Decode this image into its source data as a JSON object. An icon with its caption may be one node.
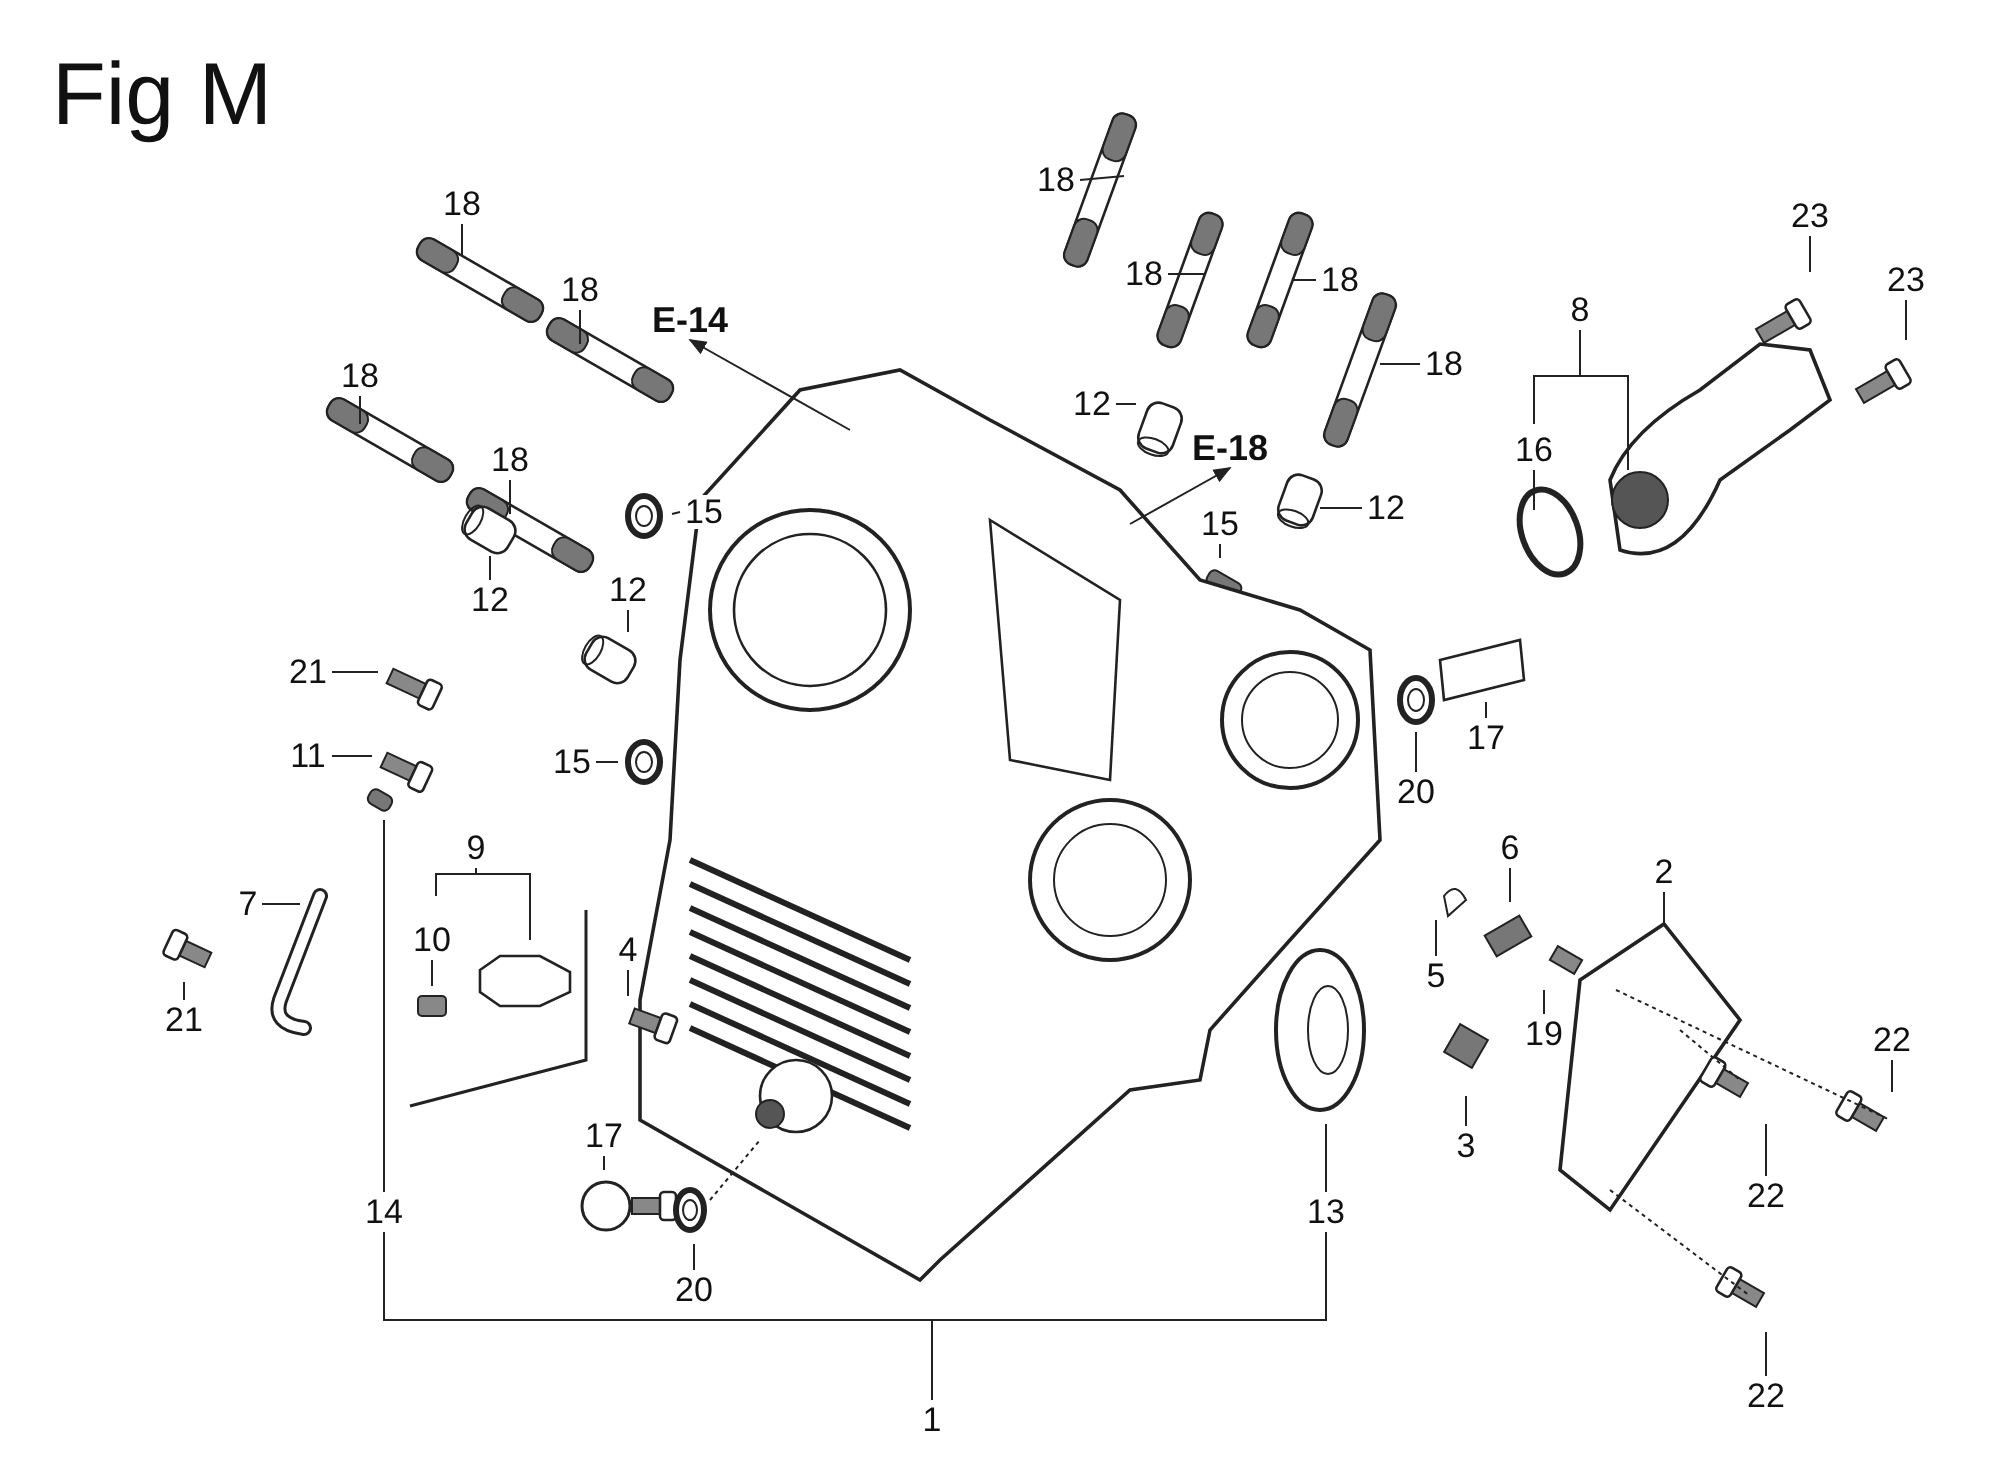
{
  "diagram": {
    "title": "Fig M",
    "nodes": [
      {
        "text": [
          "18"
        ]
      },
      {
        "text": [
          "18"
        ]
      },
      {
        "text": [
          "18"
        ]
      },
      {
        "text": [
          "18"
        ]
      },
      {
        "text": [
          "18"
        ]
      },
      {
        "text": [
          "18"
        ]
      },
      {
        "text": [
          "18"
        ]
      },
      {
        "text": [
          "18"
        ]
      },
      {
        "text": [
          "E-14"
        ]
      },
      {
        "text": [
          "E-18"
        ]
      },
      {
        "text": [
          "12"
        ]
      },
      {
        "text": [
          "12"
        ]
      },
      {
        "text": [
          "12"
        ]
      },
      {
        "text": [
          "12"
        ]
      },
      {
        "text": [
          "15"
        ]
      },
      {
        "text": [
          "15"
        ]
      },
      {
        "text": [
          "15"
        ]
      },
      {
        "text": [
          "21"
        ]
      },
      {
        "text": [
          "11"
        ]
      },
      {
        "text": [
          "7"
        ]
      },
      {
        "text": [
          "21"
        ]
      },
      {
        "text": [
          "9"
        ]
      },
      {
        "text": [
          "10"
        ]
      },
      {
        "text": [
          "4"
        ]
      },
      {
        "text": [
          "17"
        ]
      },
      {
        "text": [
          "20"
        ]
      },
      {
        "text": [
          "14"
        ]
      },
      {
        "text": [
          "1"
        ]
      },
      {
        "text": [
          "13"
        ]
      },
      {
        "text": [
          "8"
        ]
      },
      {
        "text": [
          "16"
        ]
      },
      {
        "text": [
          "23"
        ]
      },
      {
        "text": [
          "23"
        ]
      },
      {
        "text": [
          "17"
        ]
      },
      {
        "text": [
          "20"
        ]
      },
      {
        "text": [
          "6"
        ]
      },
      {
        "text": [
          "2"
        ]
      },
      {
        "text": [
          "5"
        ]
      },
      {
        "text": [
          "19"
        ]
      },
      {
        "text": [
          "3"
        ]
      },
      {
        "text": [
          "22"
        ]
      },
      {
        "text": [
          "22"
        ]
      },
      {
        "text": [
          "22"
        ]
      }
    ],
    "edges": [
      {
        "from": 0,
        "to": null,
        "arrow": "none"
      },
      {
        "from": 1,
        "to": null,
        "arrow": "none"
      },
      {
        "from": 2,
        "to": null,
        "arrow": "none"
      },
      {
        "from": 3,
        "to": null,
        "arrow": "none"
      },
      {
        "from": 4,
        "to": null,
        "arrow": "none"
      },
      {
        "from": 5,
        "to": null,
        "arrow": "none"
      },
      {
        "from": 6,
        "to": null,
        "arrow": "none"
      },
      {
        "from": 7,
        "to": null,
        "arrow": "none"
      },
      {
        "from": null,
        "to": 8,
        "arrow": "to"
      },
      {
        "from": null,
        "to": 9,
        "arrow": "to"
      },
      {
        "from": 10,
        "to": null,
        "arrow": "none"
      },
      {
        "from": 11,
        "to": null,
        "arrow": "none"
      },
      {
        "from": 12,
        "to": null,
        "arrow": "none"
      },
      {
        "from": 13,
        "to": null,
        "arrow": "none"
      },
      {
        "from": 14,
        "to": null,
        "arrow": "none"
      },
      {
        "from": 15,
        "to": null,
        "arrow": "none"
      },
      {
        "from": 16,
        "to": null,
        "arrow": "none"
      },
      {
        "from": 17,
        "to": null,
        "arrow": "none"
      },
      {
        "from": 18,
        "to": null,
        "arrow": "none"
      },
      {
        "from": 19,
        "to": null,
        "arrow": "none"
      },
      {
        "from": 20,
        "to": null,
        "arrow": "none"
      },
      {
        "from": 21,
        "to": null,
        "arrow": "none"
      },
      {
        "from": 22,
        "to": null,
        "arrow": "none"
      },
      {
        "from": 23,
        "to": null,
        "arrow": "none"
      },
      {
        "from": 24,
        "to": null,
        "arrow": "none"
      },
      {
        "from": 25,
        "to": null,
        "arrow": "none"
      },
      {
        "from": 26,
        "to": null,
        "arrow": "none"
      },
      {
        "from": 27,
        "to": 26,
        "arrow": "none"
      },
      {
        "from": 28,
        "to": null,
        "arrow": "none"
      },
      {
        "from": 29,
        "to": null,
        "arrow": "none"
      },
      {
        "from": 30,
        "to": null,
        "arrow": "none"
      },
      {
        "from": 31,
        "to": null,
        "arrow": "none"
      },
      {
        "from": 32,
        "to": null,
        "arrow": "none"
      },
      {
        "from": 33,
        "to": null,
        "arrow": "none"
      },
      {
        "from": 34,
        "to": null,
        "arrow": "none"
      },
      {
        "from": 35,
        "to": null,
        "arrow": "none"
      },
      {
        "from": 36,
        "to": null,
        "arrow": "none"
      },
      {
        "from": 37,
        "to": null,
        "arrow": "none"
      },
      {
        "from": 38,
        "to": null,
        "arrow": "none"
      },
      {
        "from": 39,
        "to": null,
        "arrow": "none"
      },
      {
        "from": 40,
        "to": null,
        "arrow": "none"
      },
      {
        "from": 41,
        "to": null,
        "arrow": "none"
      },
      {
        "from": 42,
        "to": null,
        "arrow": "none"
      },
      {
        "from": 27,
        "to": 28,
        "arrow": "none"
      }
    ]
  }
}
